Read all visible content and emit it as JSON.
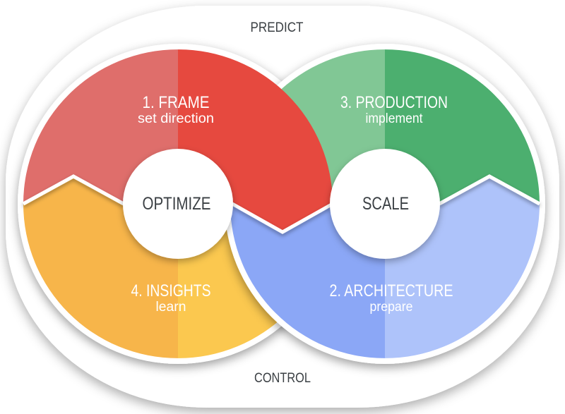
{
  "diagram": {
    "outer_labels": {
      "top": "PREDICT",
      "bottom": "CONTROL"
    },
    "wheels": [
      {
        "name": "optimize",
        "center_label": "OPTIMIZE",
        "segments": [
          {
            "title": "1. FRAME",
            "subtitle": "set direction",
            "position": "top",
            "color_left": "#DF6E6B",
            "color_right": "#E6493F"
          },
          {
            "title": "4. INSIGHTS",
            "subtitle": "learn",
            "position": "bottom",
            "color_left": "#F7B54A",
            "color_right": "#FBC84F"
          }
        ]
      },
      {
        "name": "scale",
        "center_label": "SCALE",
        "segments": [
          {
            "title": "3. PRODUCTION",
            "subtitle": "implement",
            "position": "top",
            "color_left": "#81C795",
            "color_right": "#4CAF6F"
          },
          {
            "title": "2. ARCHITECTURE",
            "subtitle": "prepare",
            "position": "bottom",
            "color_left": "#8BA7F6",
            "color_right": "#AEC3FA"
          }
        ]
      }
    ],
    "styles": {
      "blob_fill": "#FFFFFF",
      "ring_fill": "#FFFFFF",
      "hub_fill": "#FFFFFF",
      "arrow_stroke": "#FFFFFF",
      "text_dark": "#3A3F43",
      "text_light": "#FFFFFF"
    }
  }
}
